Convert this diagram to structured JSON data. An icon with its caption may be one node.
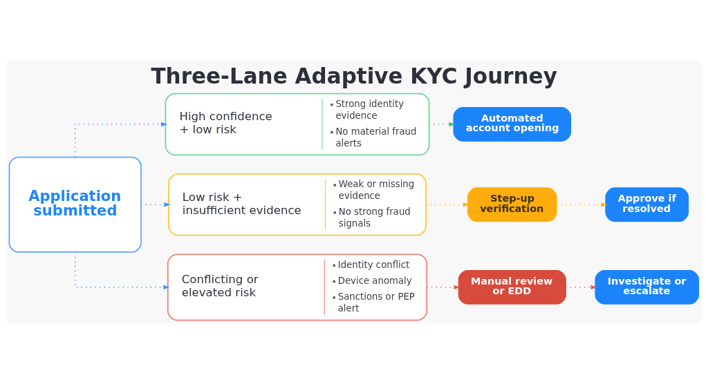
{
  "diagram": {
    "title": "Three-Lane Adaptive KYC Journey",
    "nodes": [
      {
        "text": [
          "Application submitted"
        ]
      },
      {
        "text": [
          "High confidence + low risk",
          "Strong identity evidence",
          "No material fraud alerts"
        ]
      },
      {
        "text": [
          "Low risk + insufficient evidence",
          "Weak or missing evidence",
          "No strong fraud signals"
        ]
      },
      {
        "text": [
          "Conflicting or elevated risk",
          "Identity conflict",
          "Device anomaly",
          "Sanctions or PEP alert"
        ]
      },
      {
        "text": [
          "Automated account opening"
        ]
      },
      {
        "text": [
          "Step-up verification"
        ]
      },
      {
        "text": [
          "Approve if resolved"
        ]
      },
      {
        "text": [
          "Manual review or EDD"
        ]
      },
      {
        "text": [
          "Investigate or escalate"
        ]
      }
    ],
    "edges": [
      {
        "from": 0,
        "to": 1,
        "arrow": "to"
      },
      {
        "from": 0,
        "to": 2,
        "arrow": "to"
      },
      {
        "from": 0,
        "to": 3,
        "arrow": "to"
      },
      {
        "from": 1,
        "to": 4,
        "arrow": "to",
        "color": "#3cc46a"
      },
      {
        "from": 2,
        "to": 5,
        "arrow": "to",
        "color": "#ffb020"
      },
      {
        "from": 5,
        "to": 6,
        "arrow": "to",
        "color": "#ffb020"
      },
      {
        "from": 3,
        "to": 7,
        "arrow": "to",
        "color": "#e0584a"
      },
      {
        "from": 7,
        "to": 8,
        "arrow": "to",
        "color": "#e0584a"
      }
    ]
  }
}
